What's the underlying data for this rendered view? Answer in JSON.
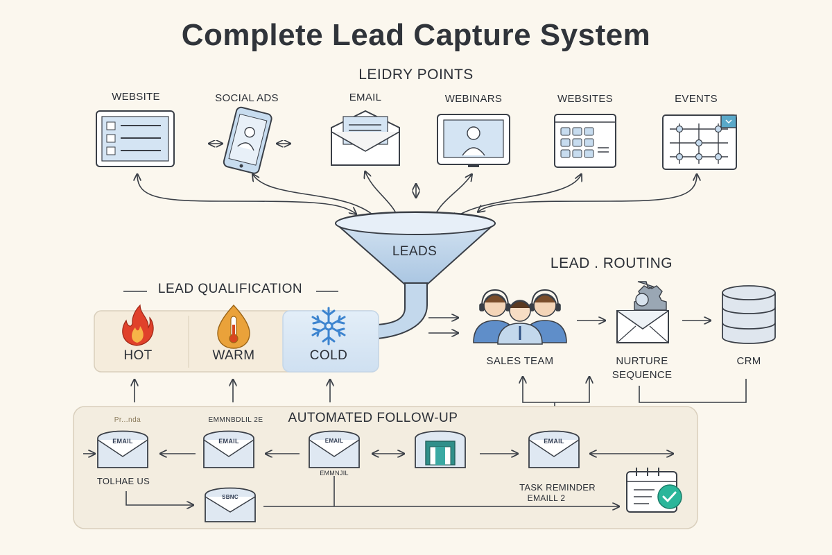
{
  "title": "Complete Lead Capture System",
  "entry": {
    "heading": "LEIDRY POINTS",
    "items": [
      {
        "label": "WEBSITE",
        "icon": "website-form-icon"
      },
      {
        "label": "SOCIAL ADS",
        "icon": "mobile-phone-icon"
      },
      {
        "label": "EMAIL",
        "icon": "open-envelope-icon"
      },
      {
        "label": "WEBINARS",
        "icon": "webinar-screen-icon"
      },
      {
        "label": "WEBSITES",
        "icon": "website-grid-icon"
      },
      {
        "label": "EVENTS",
        "icon": "event-board-icon"
      }
    ]
  },
  "funnel": {
    "label": "LEADS",
    "icon": "funnel-icon"
  },
  "qualification": {
    "heading": "LEAD QUALIFICATION",
    "items": [
      {
        "label": "HOT",
        "icon": "fire-icon",
        "color": "#e0412b"
      },
      {
        "label": "WARM",
        "icon": "thermometer-icon",
        "color": "#e89b2d"
      },
      {
        "label": "COLD",
        "icon": "snowflake-icon",
        "color": "#4b8fd4"
      }
    ]
  },
  "routing": {
    "heading": "LEAD . ROUTING",
    "items": [
      {
        "label": "SALES TEAM",
        "icon": "sales-team-icon"
      },
      {
        "label": "NURTURE\nSEQUENCE",
        "line1": "NURTURE",
        "line2": "SEQUENCE",
        "icon": "gear-envelope-icon"
      },
      {
        "label": "CRM",
        "icon": "database-icon"
      }
    ]
  },
  "followup": {
    "heading": "AUTOMATED FOLLOW-UP",
    "scribble_left": "Pr...nda",
    "scribble_mid": "EMMNBDLIL 2E",
    "envelope_label": "EMAIL",
    "envelope_mid_small": "EMAIL",
    "envelope_bottom": "SBNC",
    "caption_mid": "EMMNJIL",
    "contact_label": "TOLHAE US",
    "task_line1": "TASK REMINDER",
    "task_line2": "EMAILL 2"
  },
  "colors": {
    "accent_blue": "#c9dcee",
    "line": "#3a3f47",
    "panel": "#f4eee1",
    "check_green": "#2bb69a"
  }
}
